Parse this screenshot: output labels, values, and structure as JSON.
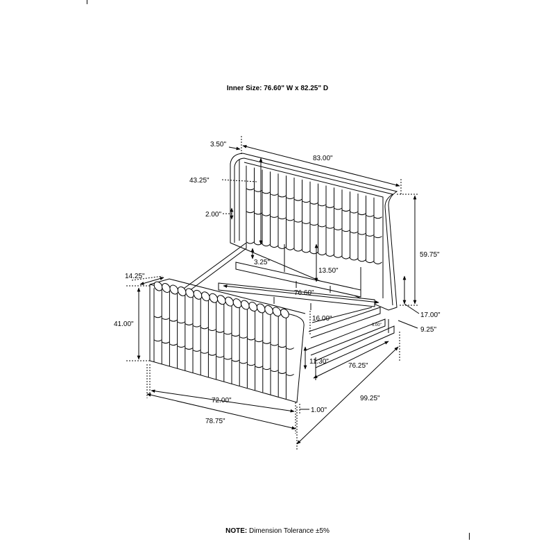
{
  "header": {
    "inner_size": "Inner Size: 76.60\" W x 82.25\" D"
  },
  "dimensions": {
    "headboard_depth": "3.50\"",
    "overall_width": "83.00\"",
    "headboard_panel_height": "43.25\"",
    "headboard_lower_gap": "2.00\"",
    "headboard_height": "59.75\"",
    "side_rail_height": "3.25\"",
    "slat_clearance": "13.50\"",
    "inner_width": "76.60\"",
    "footboard_depth": "14.25\"",
    "footboard_height": "41.00\"",
    "center_support": "16.00\"",
    "small_gap": "6.00\"",
    "clearance_17": "17.00\"",
    "clearance_9": "9.25\"",
    "leg_height": "11.30\"",
    "inner_length": "76.25\"",
    "overall_length": "99.25\"",
    "footboard_inner_width": "72.00\"",
    "footboard_width": "78.75\"",
    "leg_gap": "1.00\""
  },
  "footer": {
    "note_label": "NOTE:",
    "note_text": " Dimension Tolerance ±5%"
  }
}
